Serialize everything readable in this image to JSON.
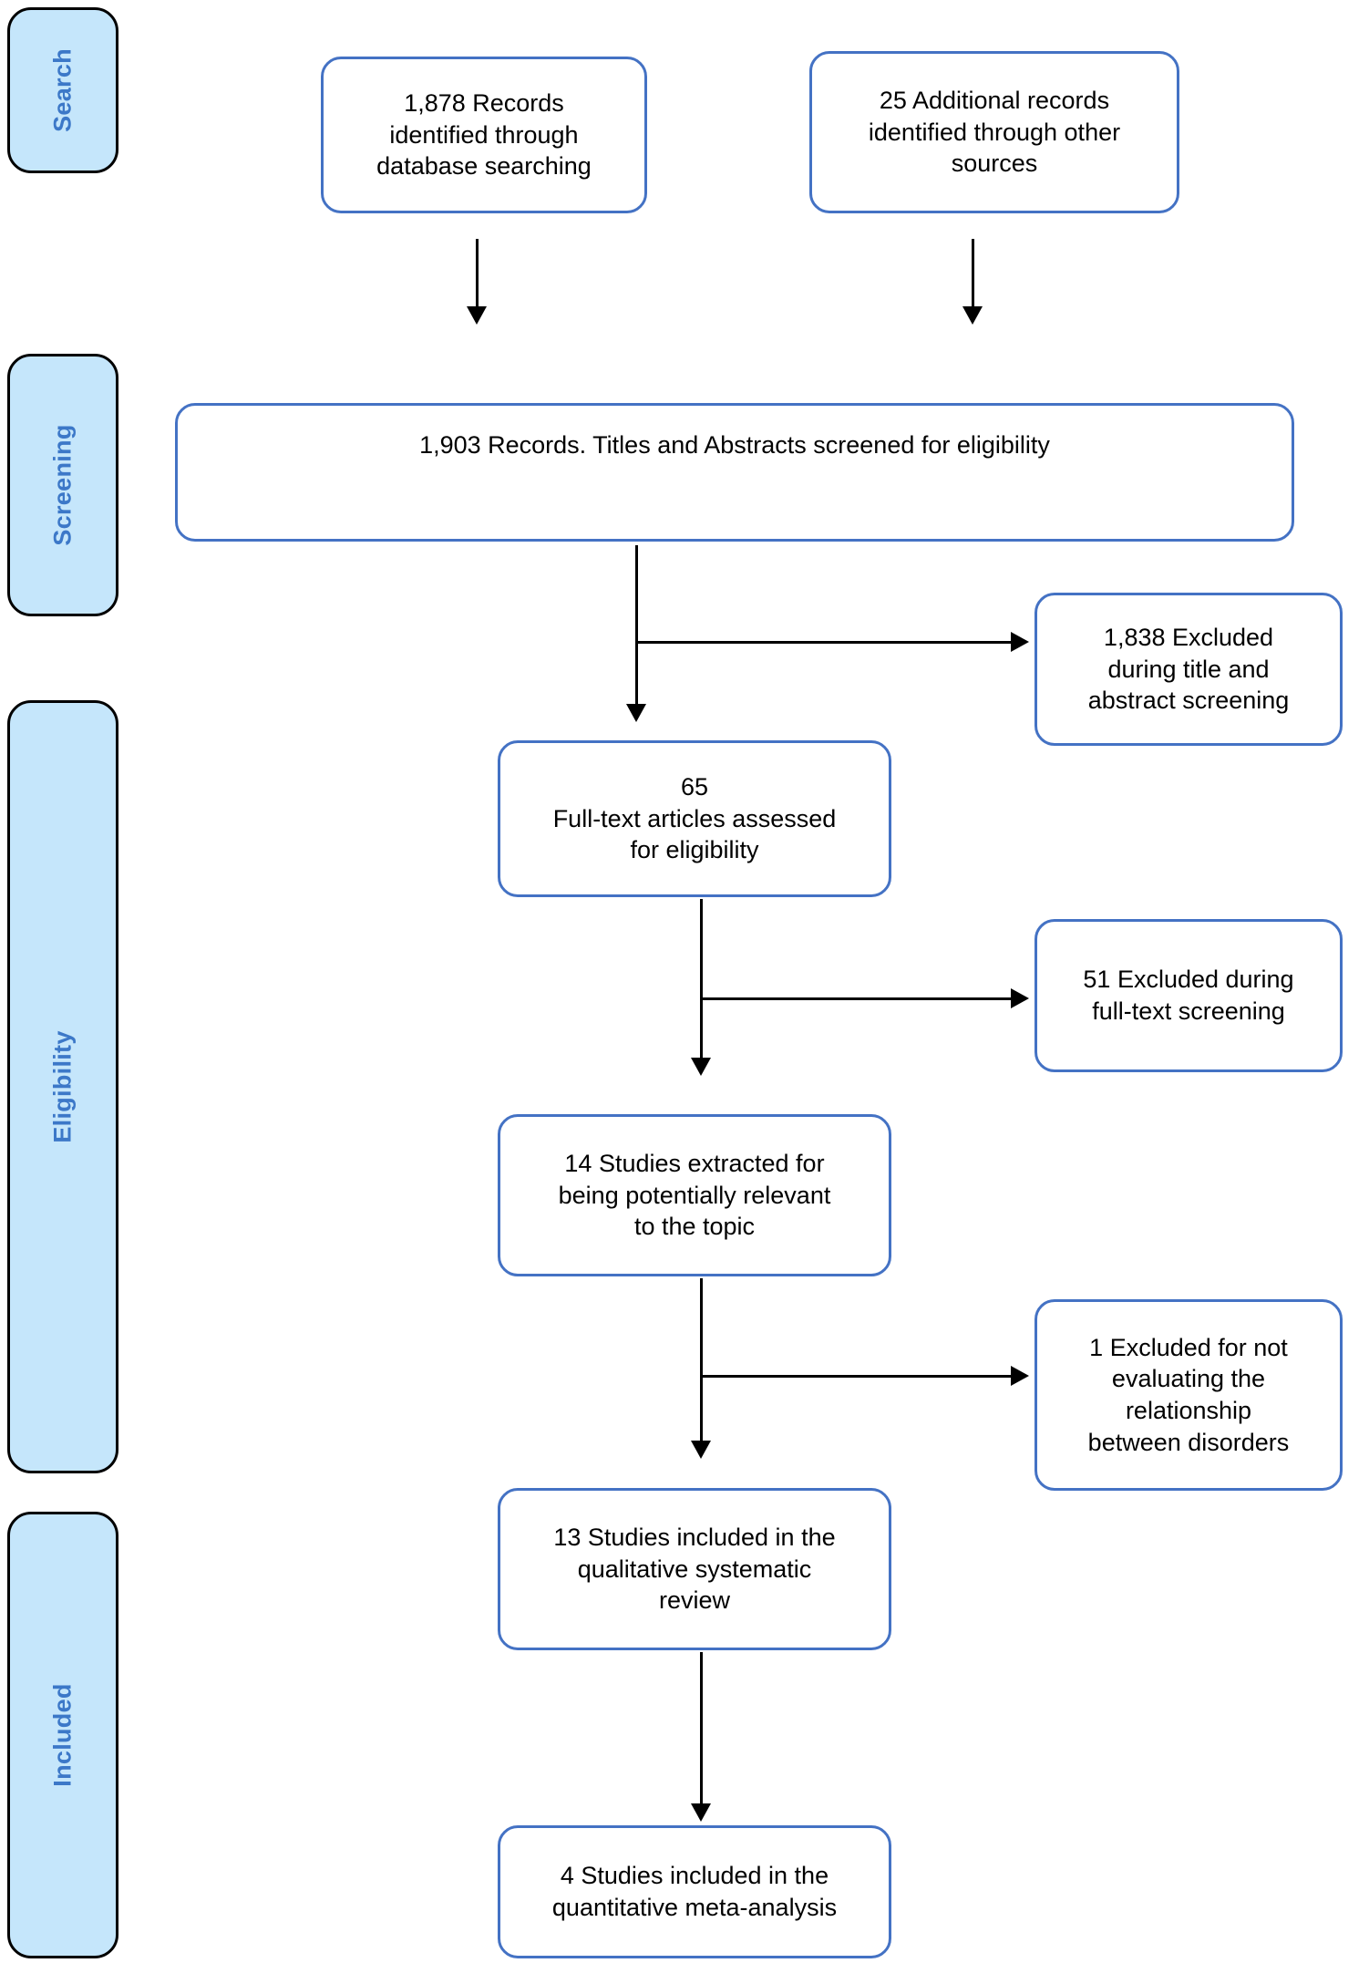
{
  "diagram": {
    "type": "prisma-flow-diagram",
    "accent_border_color": "#4472C4",
    "stage_bar_fill": "#C5E6FB",
    "stage_label_color": "#3C78C8",
    "connector_color": "#000000"
  },
  "stages": [
    {
      "id": "search",
      "label": "Search"
    },
    {
      "id": "screening",
      "label": "Screening"
    },
    {
      "id": "eligibility",
      "label": "Eligibility"
    },
    {
      "id": "included",
      "label": "Included"
    }
  ],
  "nodes": {
    "database_records": {
      "text": "1,878 Records\nidentified through\ndatabase searching",
      "count": 1878,
      "stage": "search"
    },
    "other_records": {
      "text": "25 Additional records\nidentified through other\nsources",
      "count": 25,
      "stage": "search"
    },
    "screened": {
      "text": "1,903 Records. Titles and Abstracts screened for eligibility",
      "count": 1903,
      "stage": "screening"
    },
    "excluded_title_abstract": {
      "text": "1,838 Excluded\nduring title and\nabstract screening",
      "count": 1838,
      "stage": "screening"
    },
    "full_text_assessed": {
      "text": "65\nFull-text articles assessed\nfor eligibility",
      "count": 65,
      "stage": "eligibility"
    },
    "excluded_full_text": {
      "text": "51 Excluded during\nfull-text screening",
      "count": 51,
      "stage": "eligibility"
    },
    "extracted": {
      "text": "14 Studies extracted for\nbeing potentially relevant\nto the topic",
      "count": 14,
      "stage": "eligibility"
    },
    "excluded_relationship": {
      "text": "1 Excluded for not\nevaluating the\nrelationship\nbetween disorders",
      "count": 1,
      "stage": "eligibility"
    },
    "qualitative": {
      "text": "13 Studies included in the\nqualitative systematic\nreview",
      "count": 13,
      "stage": "included"
    },
    "quantitative": {
      "text": "4 Studies included in the\nquantitative meta-analysis",
      "count": 4,
      "stage": "included"
    }
  }
}
